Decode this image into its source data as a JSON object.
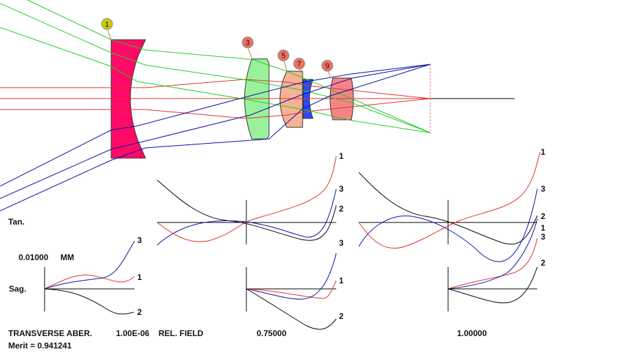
{
  "lens_layout": {
    "element_labels": [
      "1",
      "3",
      "5",
      "7",
      "9"
    ],
    "colors": {
      "lens1": "#ff0a66",
      "lens3": "#99f29b",
      "lens5": "#f5b395",
      "lens7": "#2a4cf0",
      "lens9": "#f58585",
      "ray_axial": "#e03030",
      "ray_mid": "#22cc22",
      "ray_full": "#0a0aa8"
    }
  },
  "plots": {
    "tan_label": "Tan.",
    "sag_label": "Sag.",
    "scale_value": "0.01000",
    "scale_unit": "MM",
    "fields": [
      {
        "value": "1.00E-06",
        "sag_labels": [
          "3",
          "1",
          "2"
        ]
      },
      {
        "value": "0.75000",
        "tan_labels": [
          "1",
          "3",
          "2"
        ],
        "sag_labels": [
          "3",
          "1",
          "2"
        ]
      },
      {
        "value": "1.00000",
        "tan_labels": [
          "1",
          "3",
          "2"
        ],
        "sag_labels": [
          "1",
          "3",
          "2"
        ]
      }
    ]
  },
  "footer": {
    "title": "TRANSVERSE ABER.",
    "rel_field_label": "REL. FIELD",
    "merit": "Merit = 0.941241"
  }
}
